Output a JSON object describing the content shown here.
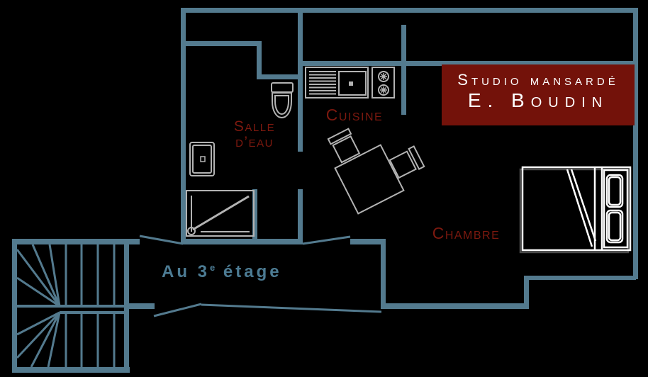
{
  "plan": {
    "banner": {
      "title_line1": "Studio mansardé",
      "title_line2": "E. Boudin"
    },
    "rooms": {
      "salle_eau_line1": "Salle",
      "salle_eau_line2": "d’eau",
      "cuisine": "Cuisine",
      "chambre": "Chambre"
    },
    "corridor": {
      "prefix": "Au 3",
      "sup": "e",
      "suffix": " étage"
    },
    "colors": {
      "background": "#000000",
      "wall": "#537a8e",
      "fixture": "#b3b3b3",
      "bed": "#ffffff",
      "bed_shadow": "#4d4d4d",
      "label": "#7d190f",
      "banner_bg": "#73120a",
      "banner_text": "#ffffff",
      "corridor_text": "#4c7b93"
    }
  }
}
